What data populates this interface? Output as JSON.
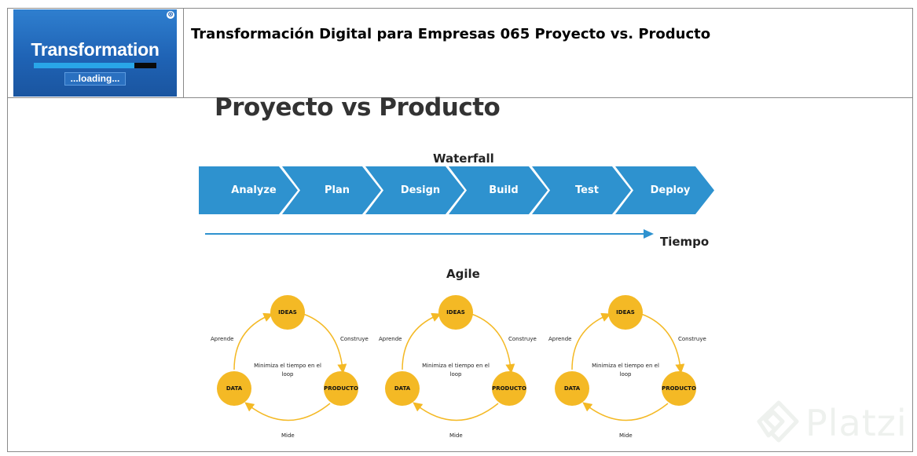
{
  "header": {
    "thumbnail": {
      "title": "Transformation",
      "loading_label": "...loading...",
      "progress": 0.82,
      "close_glyph": "⊗"
    },
    "heading": "Transformación Digital para Empresas 065 Proyecto vs. Producto"
  },
  "slide": {
    "title": "Proyecto vs Producto",
    "waterfall": {
      "label": "Waterfall",
      "steps": [
        "Analyze",
        "Plan",
        "Design",
        "Build",
        "Test",
        "Deploy"
      ],
      "color": "#2e92cf"
    },
    "timeline_label": "Tiempo",
    "agile": {
      "label": "Agile",
      "node_color": "#f4b925",
      "cycles": [
        {
          "ideas": "IDEAS",
          "producto": "PRODUCTO",
          "data": "DATA",
          "construye": "Construye",
          "mide": "Mide",
          "aprende": "Aprende",
          "center": "Minimiza el tiempo en el loop"
        },
        {
          "ideas": "IDEAS",
          "producto": "PRODUCTO",
          "data": "DATA",
          "construye": "Construye",
          "mide": "Mide",
          "aprende": "Aprende",
          "center": "Minimiza el tiempo en el loop"
        },
        {
          "ideas": "IDEAS",
          "producto": "PRODUCTO",
          "data": "DATA",
          "construye": "Construye",
          "mide": "Mide",
          "aprende": "Aprende",
          "center": "Minimiza el tiempo en el loop"
        }
      ]
    },
    "watermark": "Platzi"
  }
}
